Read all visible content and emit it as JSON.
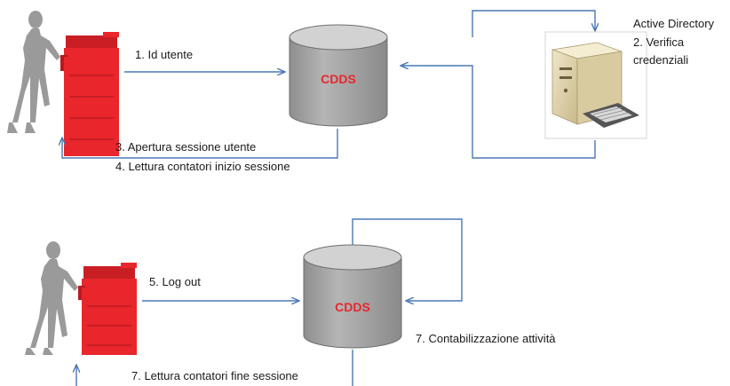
{
  "top_flow": {
    "step_1": "1. Id utente",
    "step_2_line1": "2. Verifica",
    "step_2_line2": "credenziali",
    "step_3": "3. Apertura sessione utente",
    "step_4": "4. Lettura contatori inizio sessione",
    "cdds_label": "CDDS",
    "server_label": "Active Directory"
  },
  "bottom_flow": {
    "step_5": "5. Log out",
    "step_7_accounting": "7. Contabilizzazione attività",
    "step_7_counters": "7. Lettura contatori fine sessione",
    "cdds_label": "CDDS"
  },
  "colors": {
    "arrow": "#4a78b5",
    "printer": "#e8262c",
    "database": "#a6a6a6",
    "person": "#9a9a9a",
    "cdds_text": "#e8262c"
  },
  "icons": {
    "person": "woman-silhouette-icon",
    "printer": "multifunction-printer-icon",
    "database": "database-cylinder-icon",
    "server": "server-tower-icon"
  }
}
